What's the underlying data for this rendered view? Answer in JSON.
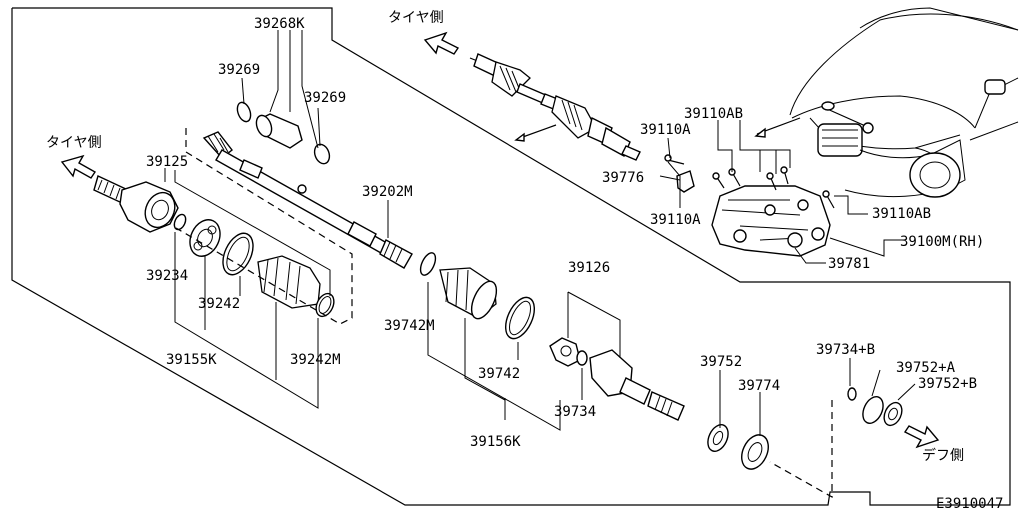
{
  "diagram_code": "E3910047",
  "direction_labels": {
    "tire_side_top": "タイヤ側",
    "tire_side_left": "タイヤ側",
    "diff_side": "デフ側"
  },
  "parts": {
    "p39268K": "39268K",
    "p39269_left": "39269",
    "p39269_right": "39269",
    "p39125": "39125",
    "p39202M": "39202M",
    "p39234": "39234",
    "p39242": "39242",
    "p39155K": "39155K",
    "p39242M": "39242M",
    "p39742M": "39742M",
    "p39742": "39742",
    "p39156K": "39156K",
    "p39126": "39126",
    "p39734": "39734",
    "p39752": "39752",
    "p39774": "39774",
    "p39734B": "39734+B",
    "p39752A": "39752+A",
    "p39752B": "39752+B",
    "p39110AB_top": "39110AB",
    "p39110A_top": "39110A",
    "p39776": "39776",
    "p39110A_bottom": "39110A",
    "p39110AB_right": "39110AB",
    "p39781": "39781",
    "p39100M": "39100M(RH)"
  }
}
